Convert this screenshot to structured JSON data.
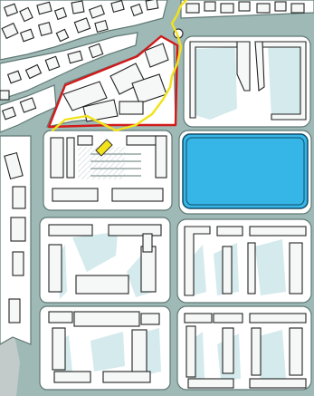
{
  "map": {
    "view": "plan",
    "colors": {
      "street": "#9fbab6",
      "street_edge": "#5f7773",
      "block": "#ffffff",
      "building": "#f6f8f8",
      "building_edge": "#222222",
      "shadow": "#cde6ea",
      "water": "#36b6e6",
      "water_edge": "#124a66",
      "red_boundary": "#d11a1a",
      "yellow_path": "#f2e21a",
      "gravel": "#c2cbca"
    },
    "features": {
      "red_boundary": "site-boundary",
      "yellow_path": "route",
      "pool": "water-basin",
      "marker": "location-marker",
      "north_circle": "circle-marker"
    }
  }
}
